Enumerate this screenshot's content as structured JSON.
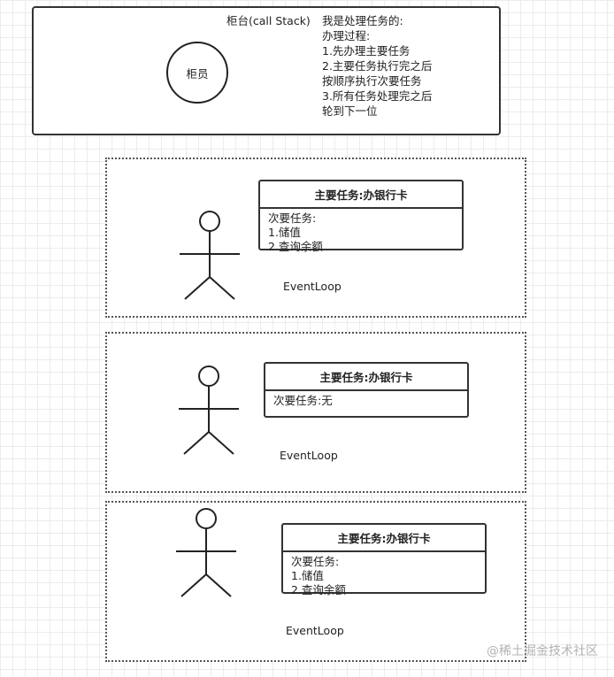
{
  "counter": {
    "title": "柜台(call Stack)",
    "teller": "柜员",
    "description": [
      "我是处理任务的:",
      "办理过程:",
      "1.先办理主要任务",
      "2.主要任务执行完之后按顺序执行次要任务",
      "3.所有任务处理完之后轮到下一位"
    ]
  },
  "loops": [
    {
      "task_title": "主要任务:办银行卡",
      "details": [
        "次要任务:",
        "1.储值",
        "2.查询余额"
      ],
      "label": "EventLoop"
    },
    {
      "task_title": "主要任务:办银行卡",
      "details": [
        "次要任务:无"
      ],
      "label": "EventLoop"
    },
    {
      "task_title": "主要任务:办银行卡",
      "details": [
        "次要任务:",
        "1.储值",
        "2.查询余额"
      ],
      "label": "EventLoop"
    }
  ],
  "watermark": "@稀土掘金技术社区"
}
